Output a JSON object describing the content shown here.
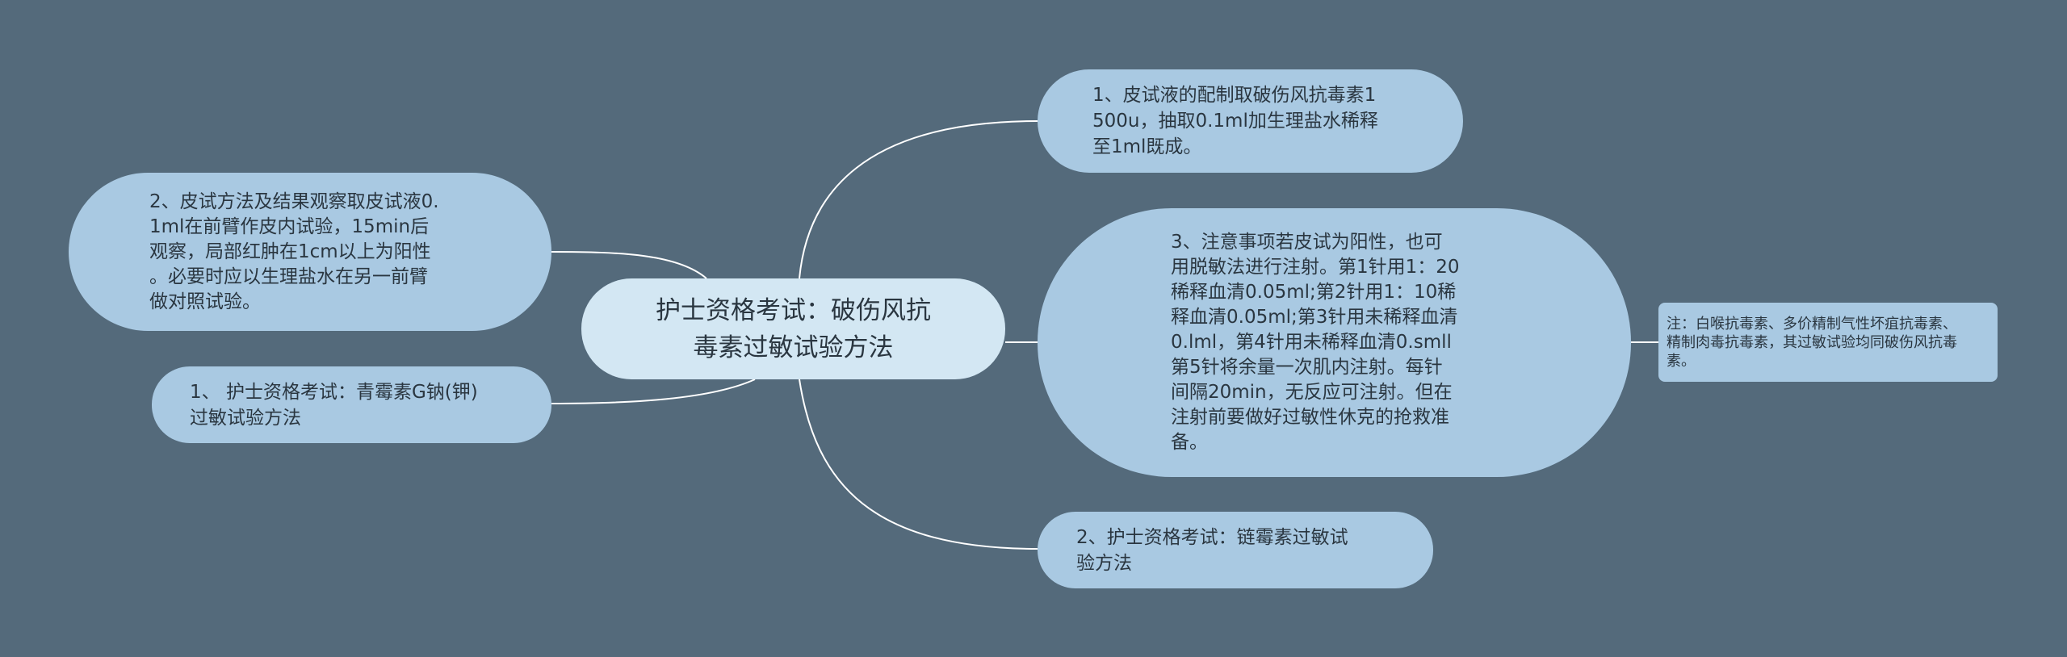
{
  "root": {
    "label": "护士资格考试：破伤风抗\n毒素过敏试验方法"
  },
  "nodes": {
    "pishi": "1、皮试液的配制取破伤风抗毒素1\n500u，抽取0.1ml加生理盐水稀释\n至1ml既成。",
    "zhuyi": "3、注意事项若皮试为阳性，也可\n用脱敏法进行注射。第1针用1：20\n稀释血清0.05ml;第2针用1：10稀\n释血清0.05ml;第3针用未稀释血清\n0.lml，第4针用未稀释血清0.smll\n第5针将余量一次肌内注射。每针\n间隔20min，无反应可注射。但在\n注射前要做好过敏性休克的抢救准\n备。",
    "lianmei": "2、护士资格考试：链霉素过敏试\n验方法",
    "fangfa": "2、皮试方法及结果观察取皮试液0.\n1ml在前臂作皮内试验，15min后\n观察，局部红肿在1cm以上为阳性\n。必要时应以生理盐水在另一前臂\n做对照试验。",
    "qingmei": "1、 护士资格考试：青霉素G钠(钾)\n过敏试验方法",
    "note": "注：白喉抗毒素、多价精制气性坏疽抗毒素、\n精制肉毒抗毒素，其过敏试验均同破伤风抗毒\n素。"
  },
  "colors": {
    "background": "#546a7b",
    "root_fill": "#d3e7f3",
    "node_fill": "#a9c9e2",
    "link": "#ffffff"
  }
}
